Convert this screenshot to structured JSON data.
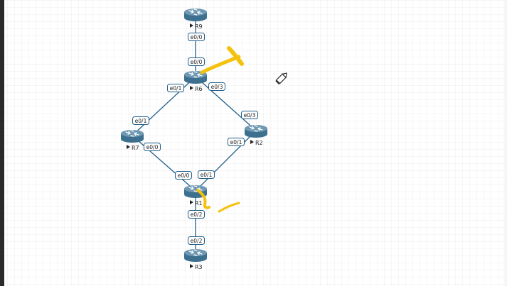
{
  "colors": {
    "grid": "#e6e6e6",
    "link": "#1f5f8b",
    "router_top": "#6f98b3",
    "router_side": "#3d6f8f",
    "label_border": "#1f5f8b",
    "annotation": "#f4c20d"
  },
  "routers": [
    {
      "id": "R9",
      "label": "R9"
    },
    {
      "id": "R6",
      "label": "R6"
    },
    {
      "id": "R7",
      "label": "R7"
    },
    {
      "id": "R2",
      "label": "R2"
    },
    {
      "id": "R1",
      "label": "R1"
    },
    {
      "id": "R3",
      "label": "R3"
    }
  ],
  "links": [
    {
      "id": "r9-r6",
      "a": "R9",
      "b": "R6",
      "a_if": "e0/0",
      "b_if": "e0/0"
    },
    {
      "id": "r6-r7",
      "a": "R6",
      "b": "R7",
      "a_if": "e0/1",
      "b_if": "e0/1"
    },
    {
      "id": "r6-r2",
      "a": "R6",
      "b": "R2",
      "a_if": "e0/3",
      "b_if": "e0/3"
    },
    {
      "id": "r7-r1",
      "a": "R7",
      "b": "R1",
      "a_if": "e0/0",
      "b_if": "e0/0"
    },
    {
      "id": "r2-r1",
      "a": "R2",
      "b": "R1",
      "a_if": "e0/1",
      "b_if": "e0/1"
    },
    {
      "id": "r1-r3",
      "a": "R1",
      "b": "R3",
      "a_if": "e0/2",
      "b_if": "e0/2"
    }
  ],
  "cursor": {
    "icon": "pencil-cursor-icon"
  }
}
